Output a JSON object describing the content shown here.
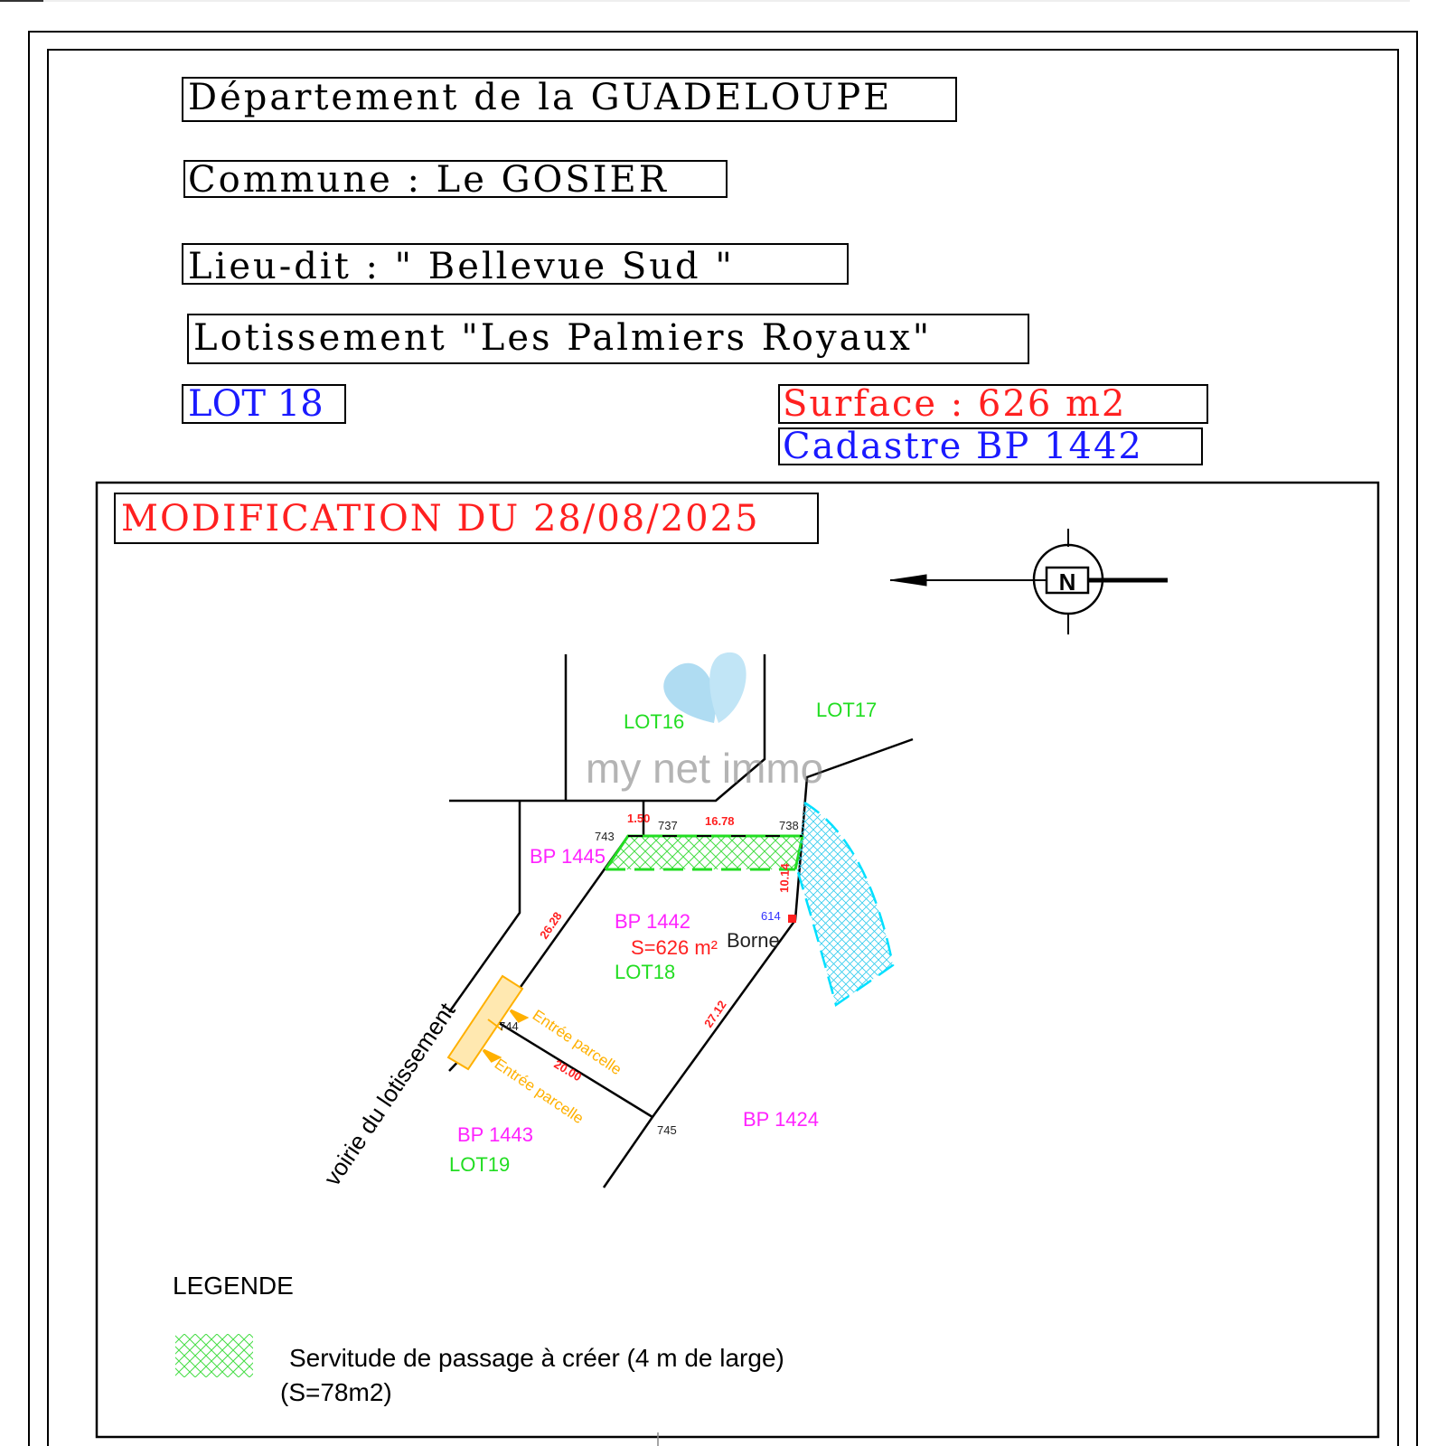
{
  "header": {
    "departement": "Département de la GUADELOUPE",
    "commune": "Commune : Le GOSIER",
    "lieu_dit": "Lieu-dit : \" Bellevue Sud \"",
    "lotissement": "Lotissement \"Les Palmiers Royaux\"",
    "lot": "LOT 18",
    "surface": "Surface : 626 m2",
    "cadastre": "Cadastre BP 1442"
  },
  "plan": {
    "modification": "MODIFICATION DU 28/08/2025",
    "north_letter": "N",
    "watermark": "my net immo",
    "labels": {
      "lot16": "LOT16",
      "lot17": "LOT17",
      "bp1445": "BP 1445",
      "bp1442": "BP 1442",
      "surface": "S=626 m²",
      "lot18": "LOT18",
      "borne": "Borne",
      "borne_num": "614",
      "bp1443": "BP 1443",
      "lot19": "LOT19",
      "bp1424": "BP 1424",
      "voirie": "voirie du lotissement",
      "entree1": "Entrée parcelle",
      "entree2": "Entrée parcelle"
    },
    "points": {
      "p743": "743",
      "p737": "737",
      "p738": "738",
      "p744": "744",
      "p745": "745"
    },
    "dimensions": {
      "d150": "1.50",
      "d1678": "16.78",
      "d1014": "10.14",
      "d2628": "26.28",
      "d2712": "27.12",
      "d2000": "20.00"
    }
  },
  "legend": {
    "title": "LEGENDE",
    "item": "Servitude de passage à créer (4 m de large)",
    "item_sub": "(S=78m2)"
  },
  "colors": {
    "red": "#ff2020",
    "blue": "#1a1aff",
    "magenta": "#ff22ff",
    "green": "#22dd22",
    "orange": "#ffb000",
    "cyan": "#00e0ff"
  }
}
